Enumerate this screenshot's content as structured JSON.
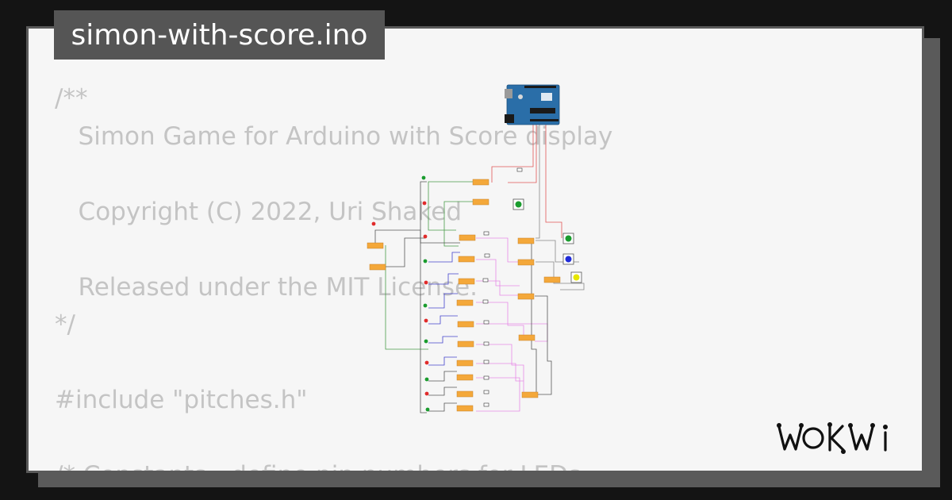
{
  "title": "simon-with-score.ino",
  "code_lines": [
    "/**",
    "   Simon Game for Arduino with Score display",
    "",
    "   Copyright (C) 2022, Uri Shaked",
    "",
    "   Released under the MIT License.",
    "*/",
    "",
    "#include \"pitches.h\"",
    "",
    "/* Constants - define pin numbers for LEDs"
  ],
  "logo_text": "WOKWI",
  "colors": {
    "background": "#141414",
    "card": "#f6f6f6",
    "code_text": "#c4c4c4",
    "title_bg": "#555555",
    "button_green": "#1a9c2e",
    "button_blue": "#1f2bd8",
    "button_yellow": "#e6e600",
    "arduino_board": "#2a6ea8",
    "shift_register": "#f4a83a"
  },
  "diagram": {
    "components": [
      "arduino-uno",
      "shift-registers",
      "leds",
      "push-buttons",
      "resistors"
    ],
    "buttons": [
      "green",
      "green",
      "blue",
      "yellow"
    ]
  }
}
